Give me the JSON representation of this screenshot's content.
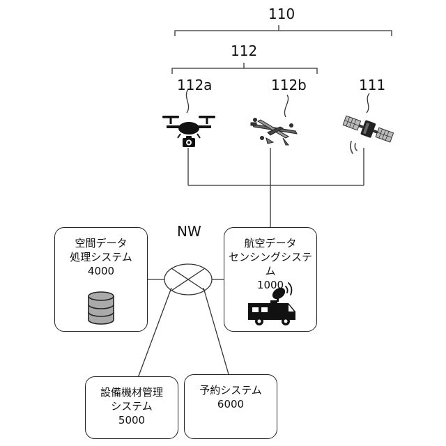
{
  "refs": {
    "group_all": "110",
    "group_drones": "112",
    "drone_a": "112a",
    "drone_b": "112b",
    "satellite": "111"
  },
  "network": {
    "label": "NW"
  },
  "boxes": {
    "spatial": {
      "line1": "空間データ",
      "line2": "処理システム",
      "line3": "4000"
    },
    "aerial": {
      "line1": "航空データ",
      "line2": "センシングシステム",
      "line3": "1000"
    },
    "equipment": {
      "line1": "設備機材管理",
      "line2": "システム",
      "line3": "5000"
    },
    "booking": {
      "line1": "予約システム",
      "line2": "6000"
    }
  },
  "icons": {
    "drone_a": "quadcopter-camera-icon",
    "drone_b": "vtol-fixed-wing-drone-icon",
    "satellite": "satellite-icon",
    "database": "database-icon",
    "vehicle": "satellite-van-icon",
    "network": "network-node-icon"
  }
}
